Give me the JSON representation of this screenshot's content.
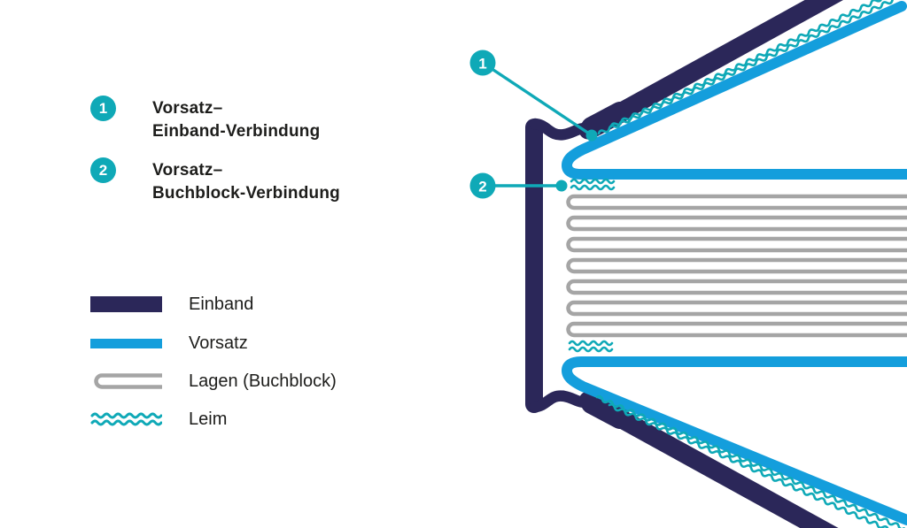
{
  "callout_items": [
    {
      "number": "1",
      "line1": "Vorsatz–",
      "line2": "Einband-Verbindung"
    },
    {
      "number": "2",
      "line1": "Vorsatz–",
      "line2": "Buchblock-Verbindung"
    }
  ],
  "legend": {
    "items": [
      {
        "key": "einband",
        "label": "Einband"
      },
      {
        "key": "vorsatz",
        "label": "Vorsatz"
      },
      {
        "key": "lagen",
        "label": "Lagen (Buchblock)"
      },
      {
        "key": "leim",
        "label": "Leim"
      }
    ]
  },
  "diagram": {
    "lagen_count": 7,
    "markers": [
      {
        "number": "1"
      },
      {
        "number": "2"
      }
    ]
  },
  "colors": {
    "einband": "#2b2759",
    "vorsatz": "#149edc",
    "leim": "#0fa9b7",
    "lagen": "#a5a5a5",
    "text": "#1d1d1b",
    "background": "#ffffff"
  }
}
